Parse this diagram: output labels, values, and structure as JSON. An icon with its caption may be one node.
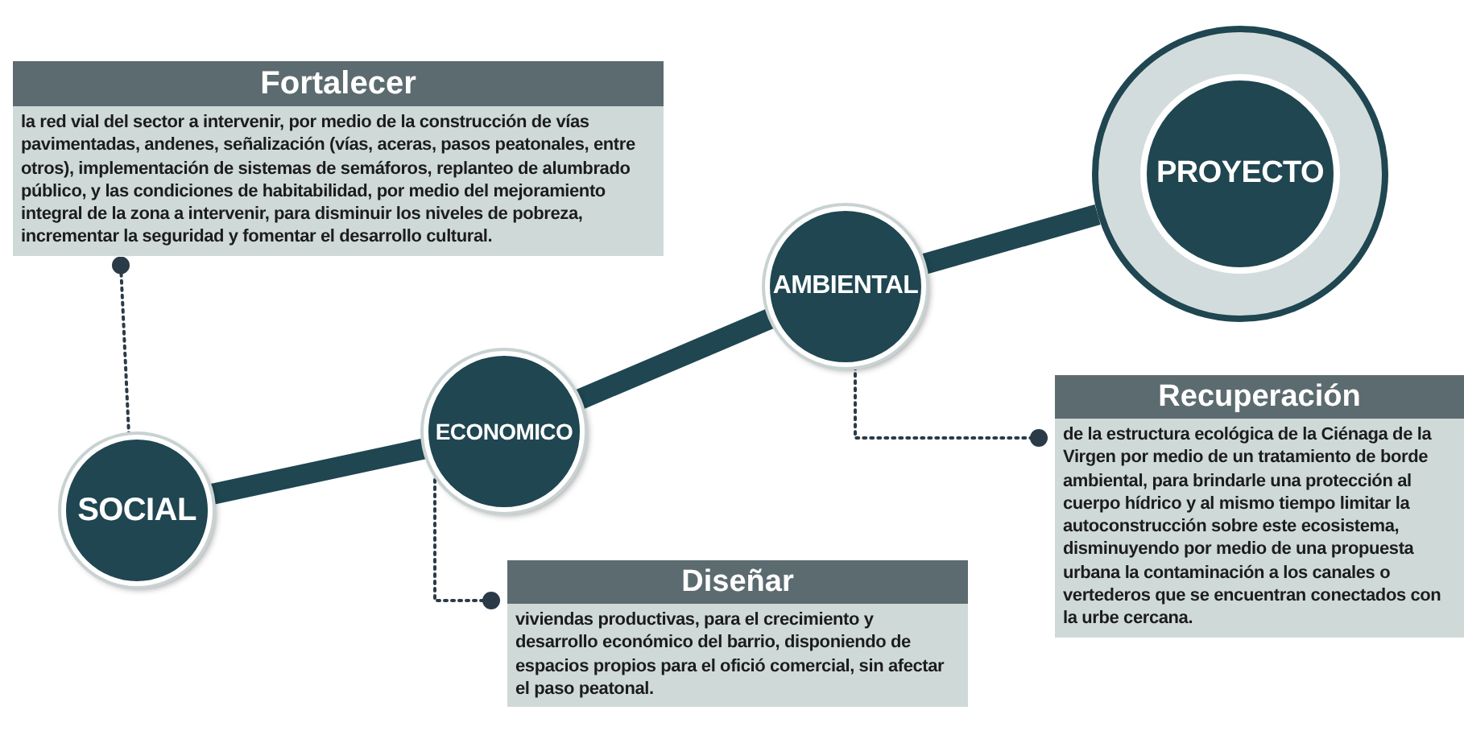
{
  "diagram": {
    "nodes": [
      {
        "text": [
          "SOCIAL"
        ]
      },
      {
        "text": [
          "ECONOMICO"
        ]
      },
      {
        "text": [
          "AMBIENTAL"
        ]
      },
      {
        "text": [
          "PROYECTO"
        ]
      },
      {
        "text": [
          "Fortalecer",
          "la red vial del sector a intervenir, por medio de la construcción de vías pavimentadas, andenes, señalización (vías, aceras, pasos peatonales, entre otros), implementación de sistemas de semáforos, replanteo de alumbrado público, y las condiciones de habitabilidad, por medio del mejoramiento integral de la zona a intervenir, para disminuir los niveles de pobreza, incrementar la seguridad  y fomentar el desarrollo cultural."
        ]
      },
      {
        "text": [
          "Diseñar",
          "viviendas productivas, para el crecimiento y desarrollo económico del barrio, disponiendo de espacios propios para el ofició comercial, sin afectar el paso peatonal."
        ]
      },
      {
        "text": [
          "Recuperación",
          "de la estructura ecológica de la Ciénaga de la Virgen por medio de un tratamiento de borde ambiental, para brindarle una protección al cuerpo hídrico y al mismo tiempo limitar la autoconstrucción sobre este ecosistema, disminuyendo por medio de una propuesta urbana la contaminación a los canales o vertederos que se encuentran conectados con la urbe cercana."
        ]
      }
    ],
    "edges": [
      {
        "from": 0,
        "to": 1,
        "arrow": "none",
        "style": "thick"
      },
      {
        "from": 1,
        "to": 2,
        "arrow": "none",
        "style": "thick"
      },
      {
        "from": 2,
        "to": 3,
        "arrow": "none",
        "style": "thick"
      },
      {
        "from": 0,
        "to": 4,
        "arrow": "other",
        "style": "dashed"
      },
      {
        "from": 1,
        "to": 5,
        "arrow": "other",
        "style": "dashed"
      },
      {
        "from": 2,
        "to": 6,
        "arrow": "other",
        "style": "dashed"
      }
    ]
  }
}
